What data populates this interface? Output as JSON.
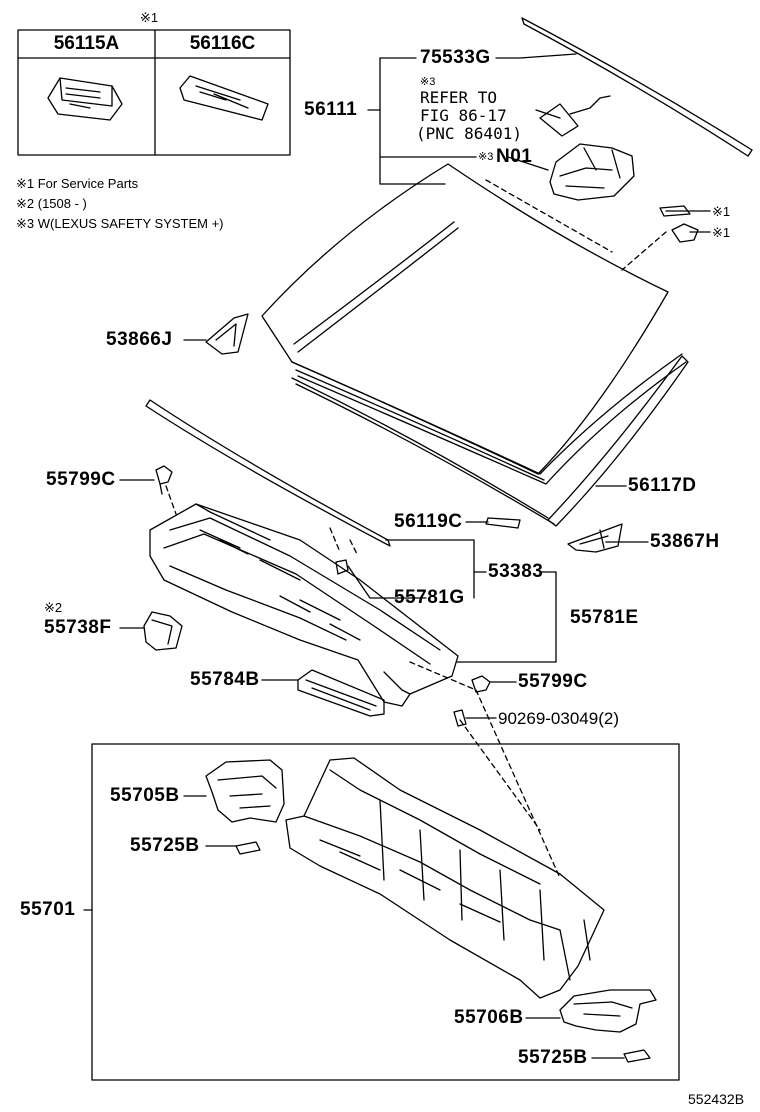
{
  "service_box": {
    "mark": "※1",
    "col1": "56115A",
    "col2": "56116C"
  },
  "notes": [
    "※1 For Service Parts",
    "※2 (1508 -    )",
    "※3  W(LEXUS SAFETY SYSTEM +)"
  ],
  "refer": {
    "mark": "※3",
    "line1": "REFER TO",
    "line2": "FIG 86-17",
    "line3": "(PNC 86401)"
  },
  "marks": {
    "n01_mark": "※3",
    "clip1_mark": "※1",
    "clip2_mark": "※1",
    "f55738_mark": "※2"
  },
  "labels": {
    "p75533G": "75533G",
    "p56111": "56111",
    "pN01": "N01",
    "p53866J": "53866J",
    "p55799C_a": "55799C",
    "p56117D": "56117D",
    "p56119C": "56119C",
    "p53867H": "53867H",
    "p53383": "53383",
    "p55781G": "55781G",
    "p55781E": "55781E",
    "p55738F": "55738F",
    "p55784B": "55784B",
    "p55799C_b": "55799C",
    "p90269": "90269-03049(2)",
    "p55705B": "55705B",
    "p55725B_a": "55725B",
    "p55701": "55701",
    "p55706B": "55706B",
    "p55725B_b": "55725B"
  },
  "figure_id": "552432B"
}
